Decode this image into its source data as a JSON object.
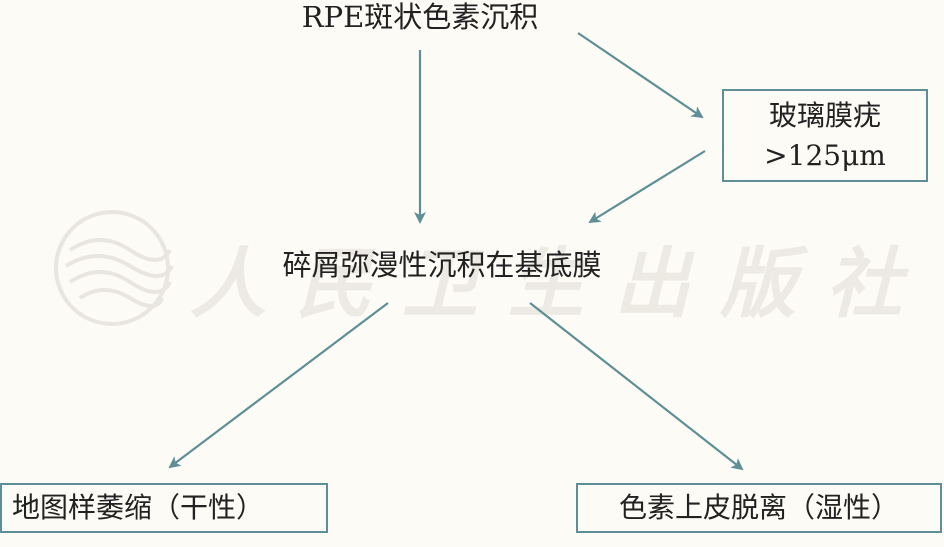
{
  "diagram": {
    "nodes": {
      "top": "RPE斑状色素沉积",
      "right_line1": "玻璃膜疣",
      "right_line2": ">125μm",
      "middle": "碎屑弥漫性沉积在基底膜",
      "left": "地图样萎缩（干性）",
      "bottom_right": "色素上皮脱离（湿性）"
    },
    "edges": [
      {
        "from": "top",
        "to": "right"
      },
      {
        "from": "top",
        "to": "middle"
      },
      {
        "from": "right",
        "to": "middle"
      },
      {
        "from": "middle",
        "to": "left"
      },
      {
        "from": "middle",
        "to": "bottom_right"
      }
    ],
    "watermark_text": "人民卫生出版社",
    "colors": {
      "arrow": "#5e8f96",
      "box_border": "#5e8f96",
      "text": "#222222",
      "background": "#fcfbf5",
      "watermark": "#e9e7df"
    }
  }
}
